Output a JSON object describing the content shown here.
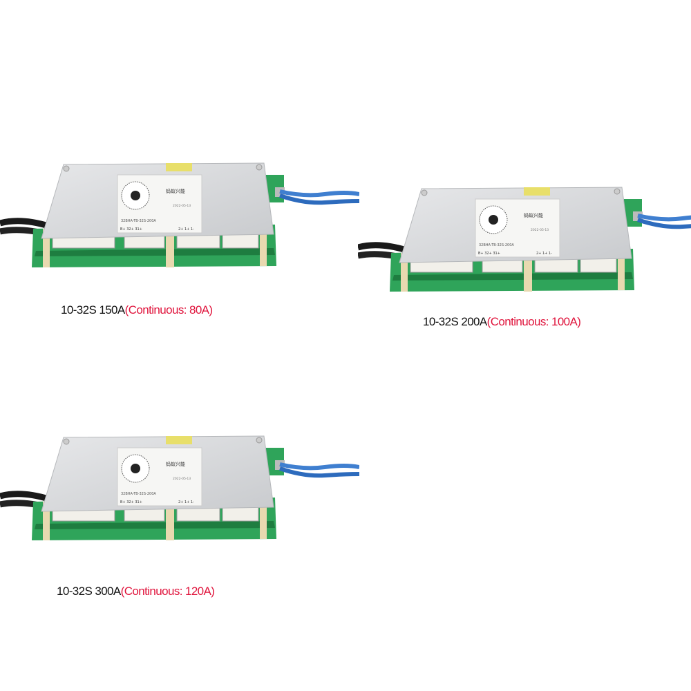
{
  "products": [
    {
      "model": "10-32S 150A",
      "note": "(Continuous: 80A)"
    },
    {
      "model": "10-32S 200A",
      "note": "(Continuous: 100A)"
    },
    {
      "model": "10-32S 300A",
      "note": "(Continuous: 120A)"
    }
  ],
  "board_label_lettering": {
    "brand": "蚂蚁兴能",
    "model_code": "32BHA-TB-32S-200A",
    "date": "2022-05-13",
    "pins_left": "B+ 32+ 31+",
    "pins_right": "2+ 1+ 1-"
  },
  "colors": {
    "accent": "#e0143c",
    "pcb": "#2fa45a",
    "plate": "#d6d8da",
    "cable": "#3f7fd0"
  }
}
